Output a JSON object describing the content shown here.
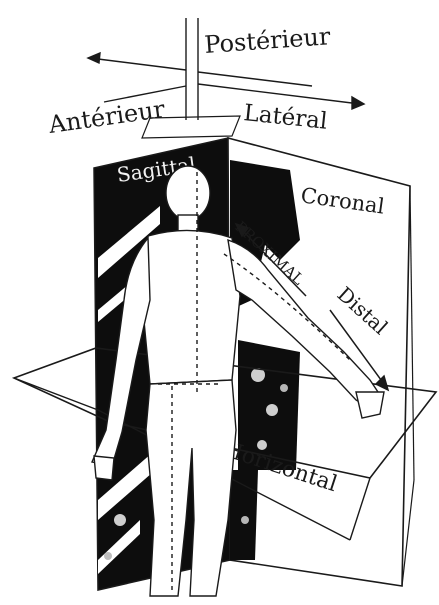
{
  "labels": {
    "posterieur": "Postérieur",
    "anterieur": "Antérieur",
    "lateral": "Latéral",
    "sagittal": "Sagittal",
    "coronal": "Coronal",
    "proximal": "PROXIMAL",
    "distal": "Distal",
    "horizontal": "Horizontal"
  },
  "colors": {
    "ink": "#1a1a1a",
    "paper": "#ffffff",
    "plane_shadow": "#0d0d0d"
  }
}
